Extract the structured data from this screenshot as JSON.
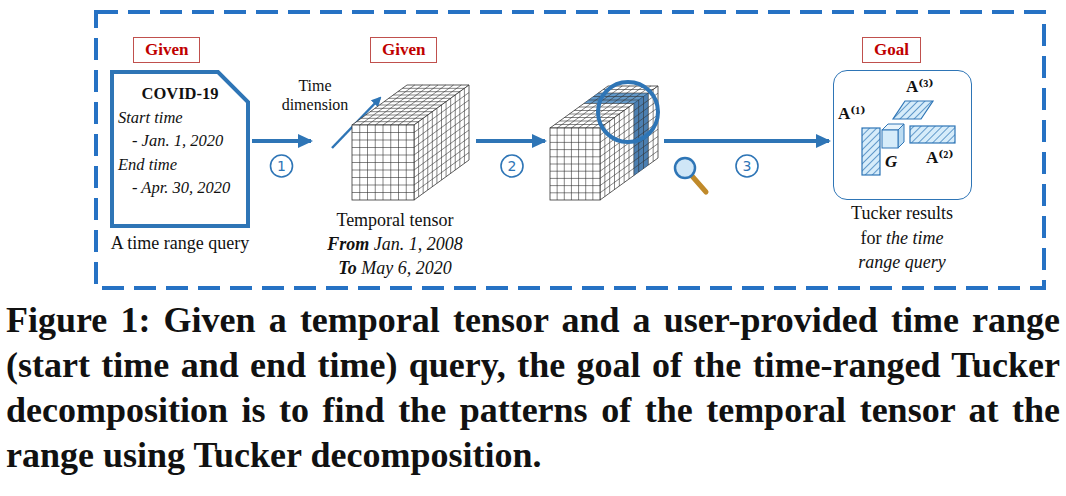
{
  "diagram": {
    "caption": "Figure 1: Given a temporal tensor and a user-provided time range (start time and end time) query, the goal of the time-ranged Tucker decomposition is to find the patterns of the temporal tensor at the range using Tucker decomposition.",
    "nodes": [
      {
        "text": [
          "Given"
        ]
      },
      {
        "text": [
          "COVID-19",
          "Start time",
          "- Jan. 1, 2020",
          "End time",
          "- Apr. 30, 2020",
          "A time range query"
        ]
      },
      {
        "text": [
          "Given"
        ]
      },
      {
        "text": [
          "Temporal tensor",
          "From",
          "Jan. 1, 2008",
          "To",
          "May 6, 2020"
        ]
      },
      {
        "text": [
          "Goal"
        ]
      },
      {
        "text": [
          "Tucker results for",
          "the time range query"
        ]
      }
    ],
    "edges": [
      {
        "from": 1,
        "to": 3,
        "arrow": "to",
        "label": "1"
      }
    ],
    "labels": [
      "Time dimension",
      "2",
      "3",
      "A⁽¹⁾",
      "A⁽³⁾",
      "A⁽²⁾",
      "G"
    ]
  }
}
